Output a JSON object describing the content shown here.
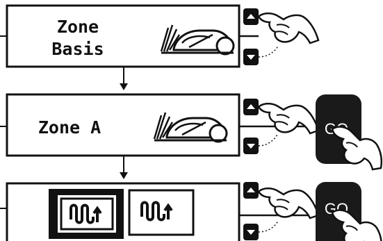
{
  "screens": [
    {
      "id": "zone-basis",
      "lines": [
        "Zone",
        "Basis"
      ],
      "icon": "mower-icon",
      "has_go_button": false
    },
    {
      "id": "zone-a",
      "lines": [
        "Zone A"
      ],
      "icon": "mower-icon",
      "has_go_button": true
    },
    {
      "id": "mode-select",
      "lines": [],
      "icons": [
        "wave-pattern-selected-icon",
        "wave-pattern-icon"
      ],
      "has_go_button": true
    }
  ],
  "go_button": {
    "label": "GO"
  },
  "controls": [
    "up-arrow-button",
    "down-arrow-button",
    "pointing-hand-icon"
  ],
  "colors": {
    "ink": "#111111",
    "paper": "#ffffff",
    "go_bg": "#1a1a1a"
  }
}
